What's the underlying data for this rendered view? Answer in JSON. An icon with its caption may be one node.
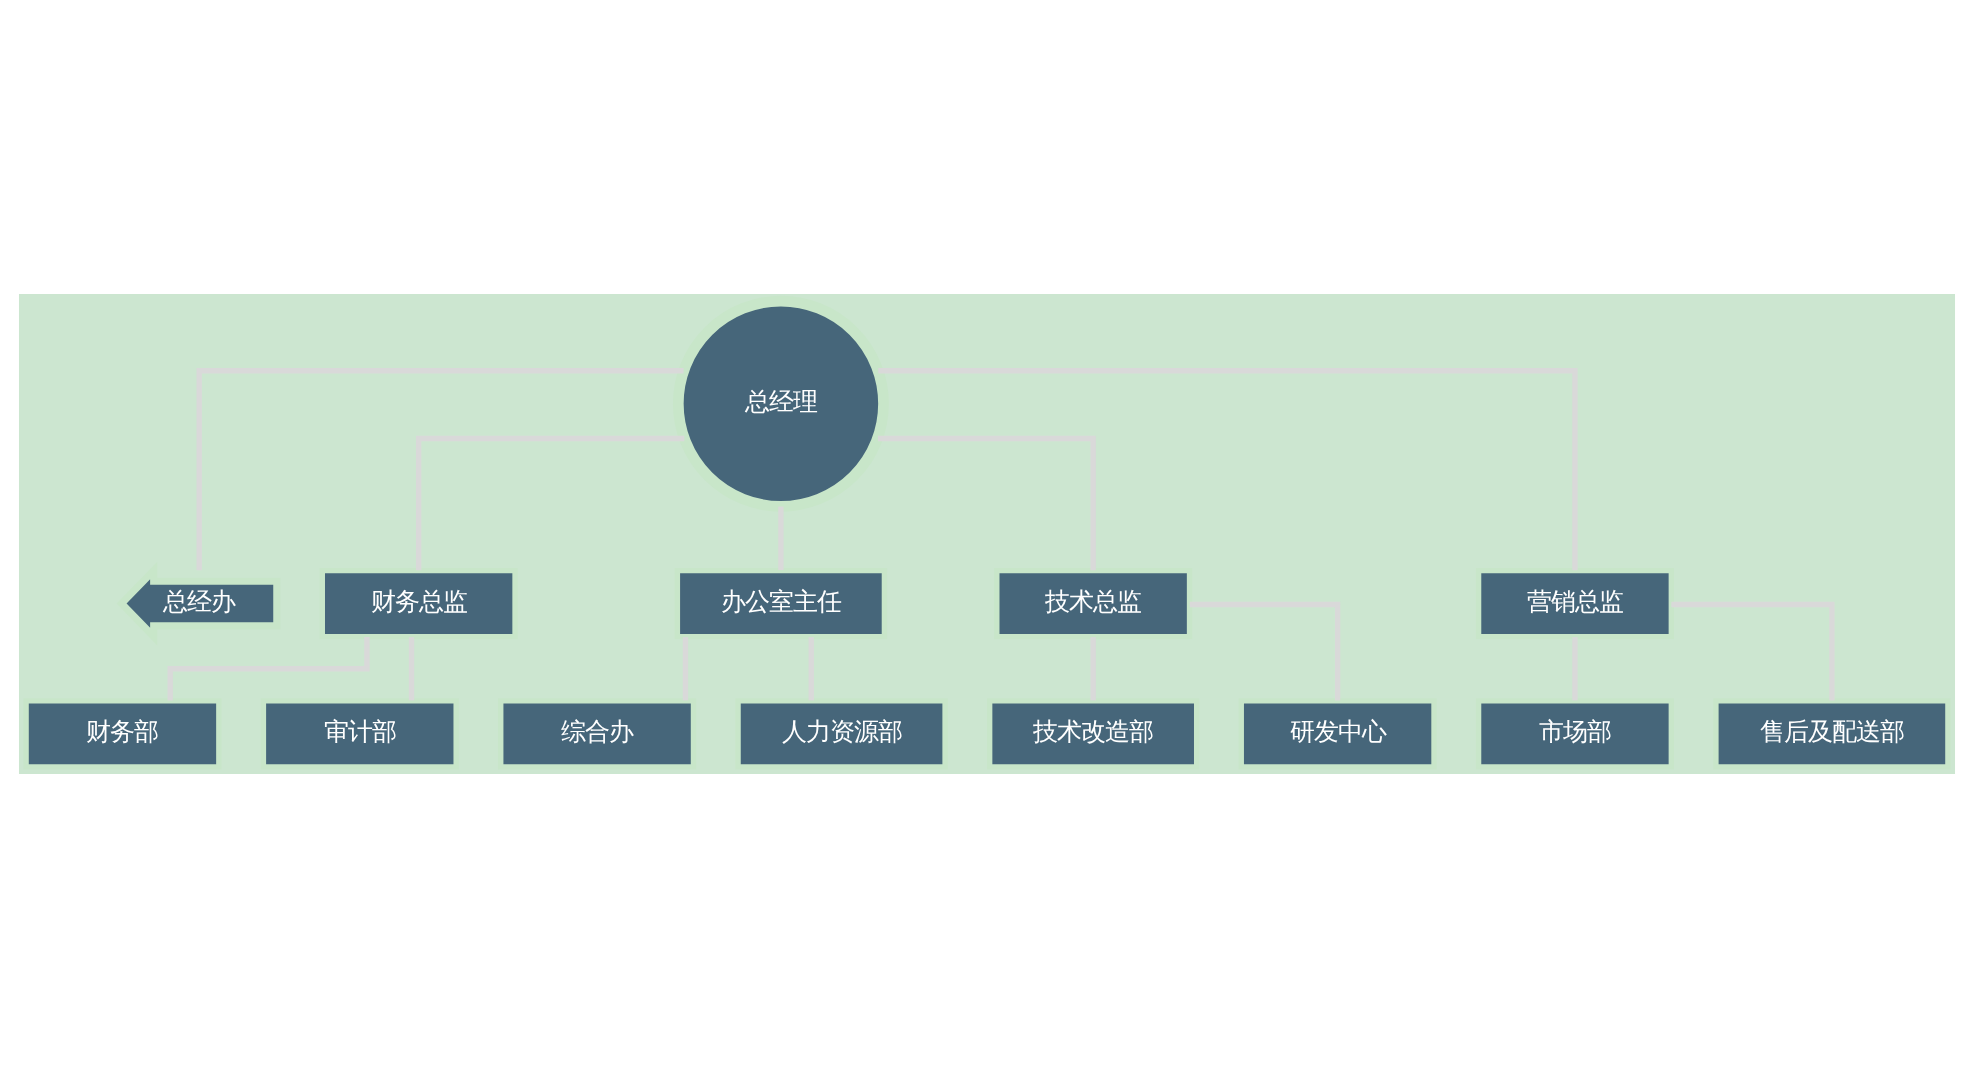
{
  "diagram": {
    "nodes": [
      {
        "text": [
          "总经理"
        ]
      },
      {
        "text": [
          "总经办"
        ]
      },
      {
        "text": [
          "财务总监"
        ]
      },
      {
        "text": [
          "办公室主任"
        ]
      },
      {
        "text": [
          "技术总监"
        ]
      },
      {
        "text": [
          "营销总监"
        ]
      },
      {
        "text": [
          "财务部"
        ]
      },
      {
        "text": [
          "审计部"
        ]
      },
      {
        "text": [
          "综合办"
        ]
      },
      {
        "text": [
          "人力资源部"
        ]
      },
      {
        "text": [
          "技术改造部"
        ]
      },
      {
        "text": [
          "研发中心"
        ]
      },
      {
        "text": [
          "市场部"
        ]
      },
      {
        "text": [
          "售后及配送部"
        ]
      }
    ],
    "edges": [
      {
        "from": 0,
        "to": 1,
        "arrow": "none"
      },
      {
        "from": 0,
        "to": 2,
        "arrow": "none"
      },
      {
        "from": 0,
        "to": 3,
        "arrow": "none"
      },
      {
        "from": 0,
        "to": 4,
        "arrow": "none"
      },
      {
        "from": 0,
        "to": 5,
        "arrow": "none"
      },
      {
        "from": 2,
        "to": 6,
        "arrow": "none"
      },
      {
        "from": 2,
        "to": 7,
        "arrow": "none"
      },
      {
        "from": 3,
        "to": 8,
        "arrow": "none"
      },
      {
        "from": 3,
        "to": 9,
        "arrow": "none"
      },
      {
        "from": 4,
        "to": 10,
        "arrow": "none"
      },
      {
        "from": 4,
        "to": 11,
        "arrow": "none"
      },
      {
        "from": 5,
        "to": 12,
        "arrow": "none"
      },
      {
        "from": 5,
        "to": 13,
        "arrow": "none"
      }
    ]
  }
}
